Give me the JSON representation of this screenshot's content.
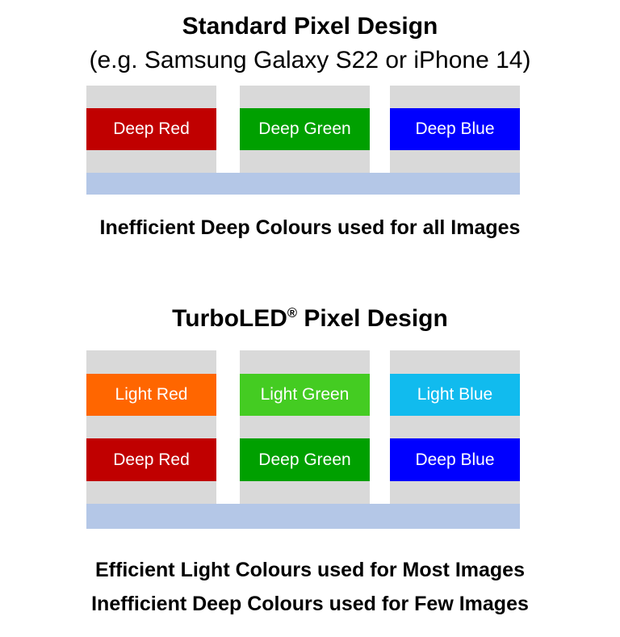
{
  "top": {
    "title": "Standard Pixel Design",
    "subtitle": "(e.g. Samsung Galaxy S22 or iPhone 14)",
    "subtitle_close_paren": ")",
    "subpixels": [
      {
        "label": "Deep Red",
        "color": "#c00000"
      },
      {
        "label": "Deep Green",
        "color": "#00a000"
      },
      {
        "label": "Deep Blue",
        "color": "#0000ff"
      }
    ],
    "caption": "Inefficient Deep Colours used for all Images"
  },
  "bottom": {
    "title_brand": "TurboLED",
    "title_mark": "®",
    "title_rest": " Pixel Design",
    "subpixels_light": [
      {
        "label": "Light Red",
        "color": "#ff6600"
      },
      {
        "label": "Light Green",
        "color": "#44cc22"
      },
      {
        "label": "Light Blue",
        "color": "#11bbee"
      }
    ],
    "subpixels_deep": [
      {
        "label": "Deep Red",
        "color": "#c00000"
      },
      {
        "label": "Deep Green",
        "color": "#00a000"
      },
      {
        "label": "Deep Blue",
        "color": "#0000ff"
      }
    ],
    "caption_line1": "Efficient Light Colours used for Most Images",
    "caption_line2": "Inefficient Deep Colours used for Few Images"
  },
  "colors": {
    "column_gray": "#d9d9d9",
    "substrate_blue": "#b4c7e7"
  }
}
